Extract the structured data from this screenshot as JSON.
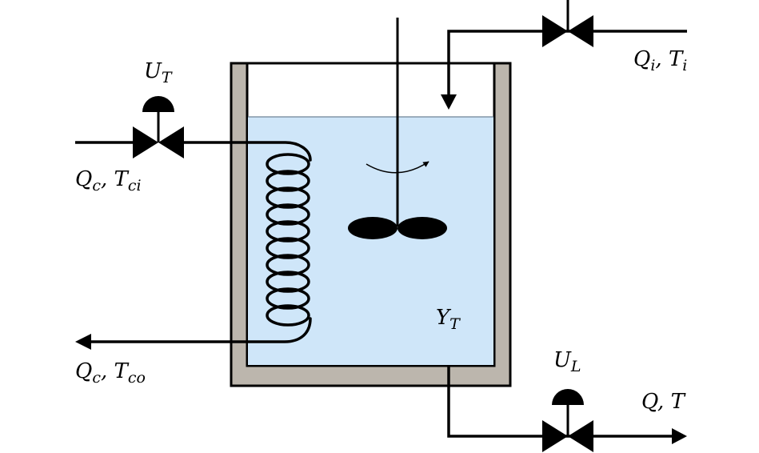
{
  "labels": {
    "inlet_flow": {
      "main": "Q",
      "sub": "i",
      "sep": ", ",
      "main2": "T",
      "sub2": "i"
    },
    "coolant_in": {
      "main": "Q",
      "sub": "c",
      "sep": ", ",
      "main2": "T",
      "sub2": "ci"
    },
    "coolant_out": {
      "main": "Q",
      "sub": "c",
      "sep": ", ",
      "main2": "T",
      "sub2": "co"
    },
    "outlet_flow": {
      "main": "Q",
      "sep": ", ",
      "main2": "T"
    },
    "temp_valve": {
      "main": "U",
      "sub": "T"
    },
    "level_valve": {
      "main": "U",
      "sub": "L"
    },
    "temp_reading": {
      "main": "Y",
      "sub": "T"
    }
  },
  "colors": {
    "liquid": "#cfe6f9",
    "wall": "#bcb6ad",
    "stroke": "#000000"
  },
  "icons": [
    "control-valve-icon",
    "valve-actuator-icon",
    "agitator-icon",
    "cooling-coil-icon",
    "flow-arrow-icon"
  ]
}
